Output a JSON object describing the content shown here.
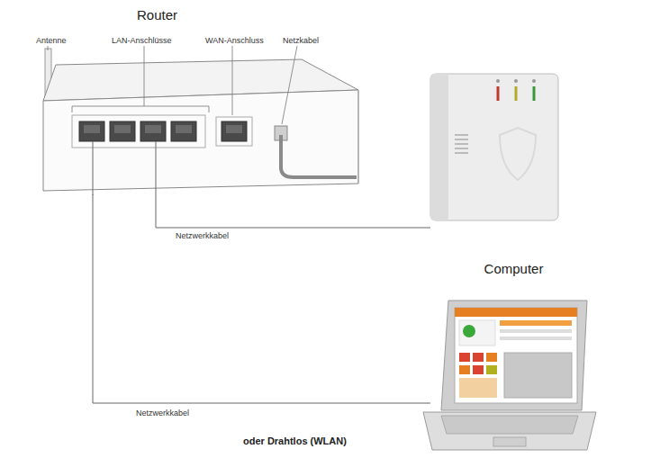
{
  "diagram": {
    "nodes": [
      {
        "text": [
          "Router"
        ]
      },
      {
        "text": [
          "Computer"
        ]
      }
    ],
    "edges": [
      {
        "from": 0,
        "to": 1,
        "arrow": "none",
        "label": "Netzwerkkabel"
      }
    ],
    "labels": [
      "Antenne",
      "LAN-Anschlüsse",
      "WAN-Anschluss",
      "Netzkabel",
      "Netzwerkkabel",
      "oder Drahtlos (WLAN)"
    ]
  }
}
